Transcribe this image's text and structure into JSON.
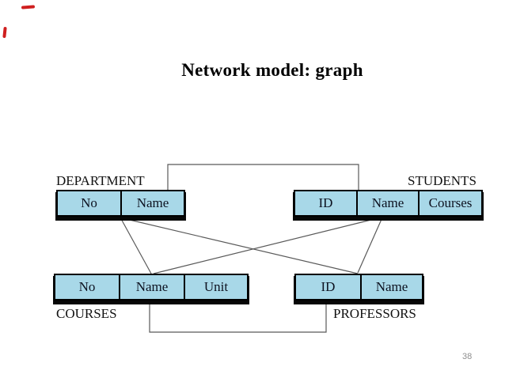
{
  "slide": {
    "title": "Network model: graph",
    "page_number": "38"
  },
  "colors": {
    "background": "#FFFFFF",
    "cell_fill": "#A8D8E8",
    "cell_border": "#000000",
    "table_shadow": "#070707",
    "connector_line": "#595959",
    "title_text": "#000000",
    "label_text": "#111111",
    "page_number_text": "#8F8F8F",
    "pen_annotation": "#CF1F1F"
  },
  "tables": {
    "department": {
      "label": "DEPARTMENT",
      "fields": [
        "No",
        "Name"
      ]
    },
    "students": {
      "label": "STUDENTS",
      "fields": [
        "ID",
        "Name",
        "Courses"
      ]
    },
    "courses": {
      "label": "COURSES",
      "fields": [
        "No",
        "Name",
        "Unit"
      ]
    },
    "professors": {
      "label": "PROFESSORS",
      "fields": [
        "ID",
        "Name"
      ]
    }
  },
  "connections": [
    {
      "from": "DEPARTMENT",
      "to": "STUDENTS",
      "style": "elbow-top"
    },
    {
      "from": "DEPARTMENT",
      "to": "COURSES",
      "style": "straight"
    },
    {
      "from": "DEPARTMENT",
      "to": "PROFESSORS",
      "style": "straight"
    },
    {
      "from": "STUDENTS",
      "to": "COURSES",
      "style": "straight"
    },
    {
      "from": "STUDENTS",
      "to": "PROFESSORS",
      "style": "straight"
    },
    {
      "from": "COURSES",
      "to": "PROFESSORS",
      "style": "elbow-bottom"
    }
  ]
}
